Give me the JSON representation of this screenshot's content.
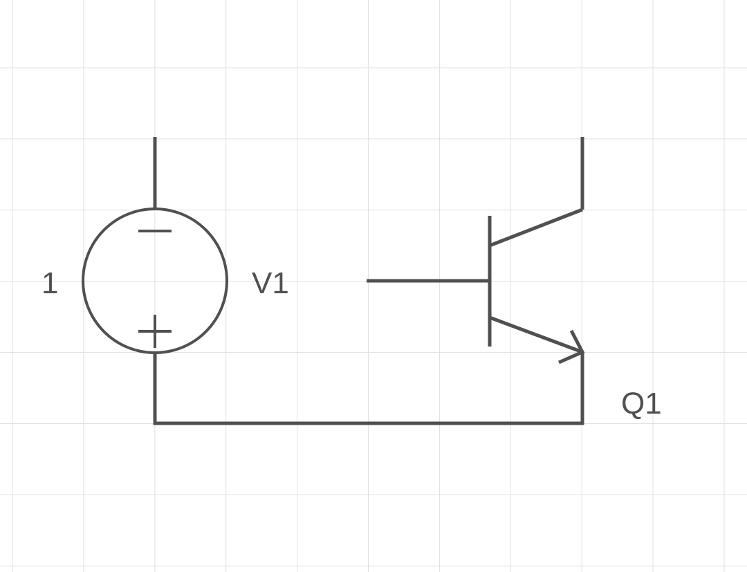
{
  "components": {
    "voltage_source": {
      "name": "V1",
      "value": "1",
      "polarity_top": "minus",
      "polarity_bottom": "plus"
    },
    "transistor": {
      "name": "Q1",
      "type": "npn"
    }
  },
  "colors": {
    "stroke": "#505050",
    "grid": "#e0e0e0",
    "background": "#ffffff"
  }
}
